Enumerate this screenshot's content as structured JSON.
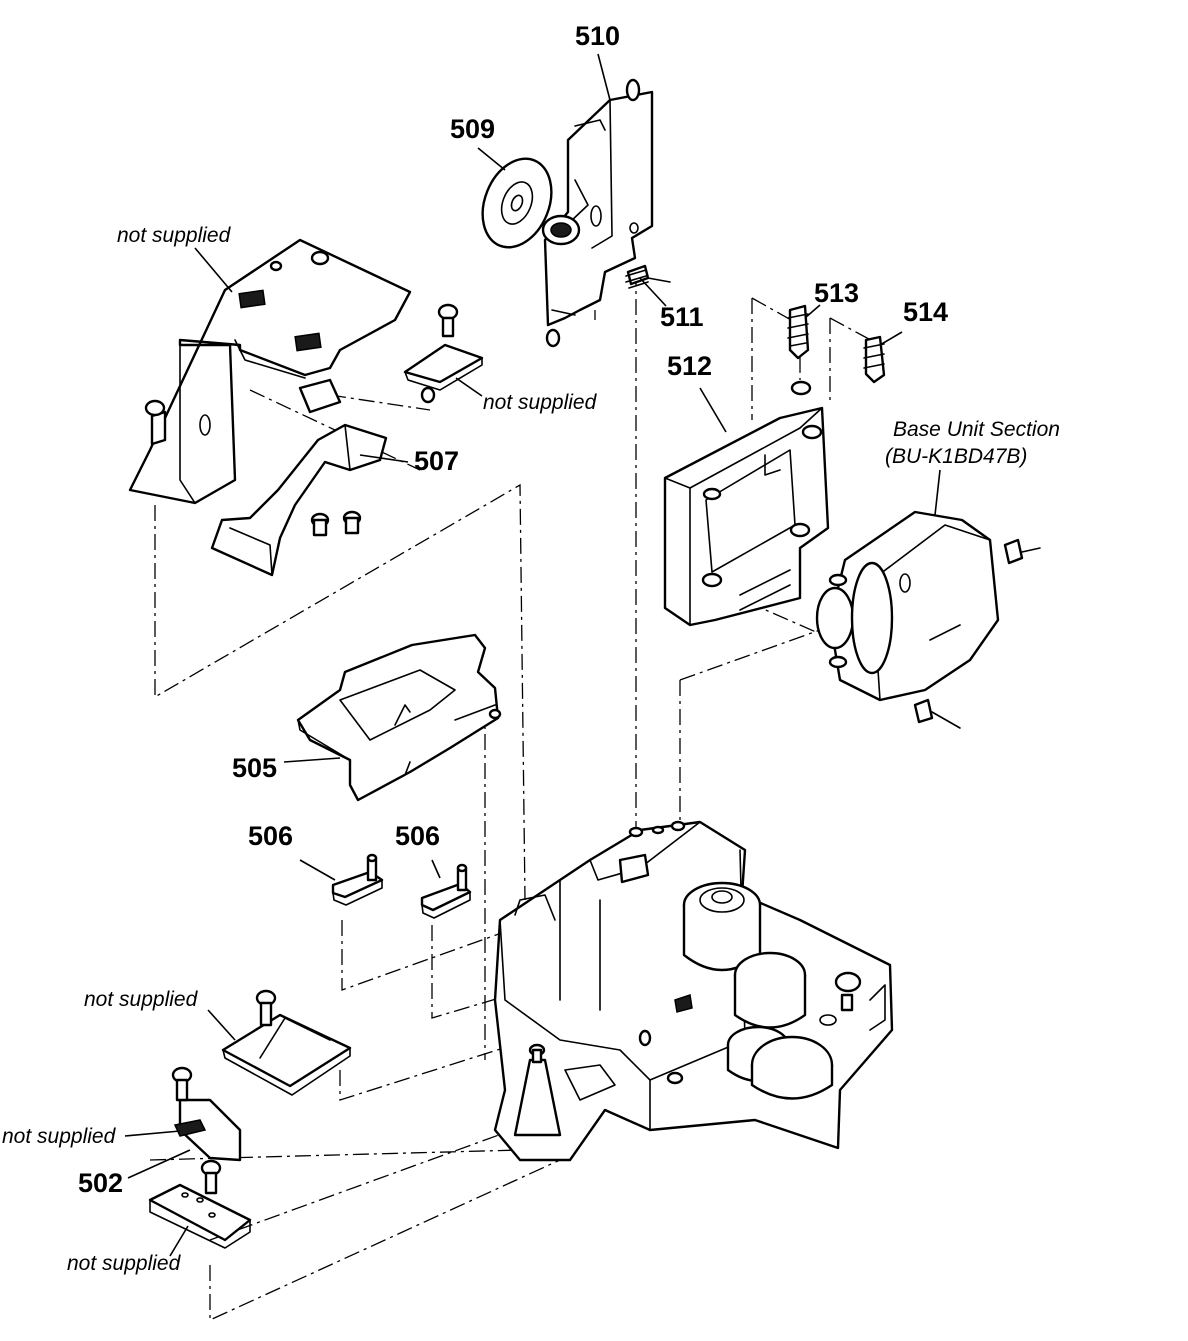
{
  "labels": {
    "p510": "510",
    "p509": "509",
    "p511": "511",
    "p512": "512",
    "p513": "513",
    "p514": "514",
    "p507": "507",
    "p505": "505",
    "p506a": "506",
    "p506b": "506",
    "p502": "502"
  },
  "notes": {
    "not_supplied_top": "not supplied",
    "not_supplied_mid": "not supplied",
    "not_supplied_lower": "not supplied",
    "not_supplied_left": "not supplied",
    "not_supplied_bottom": "not supplied",
    "base_unit_line1": "Base Unit Section",
    "base_unit_line2": "(BU-K1BD47B)"
  }
}
